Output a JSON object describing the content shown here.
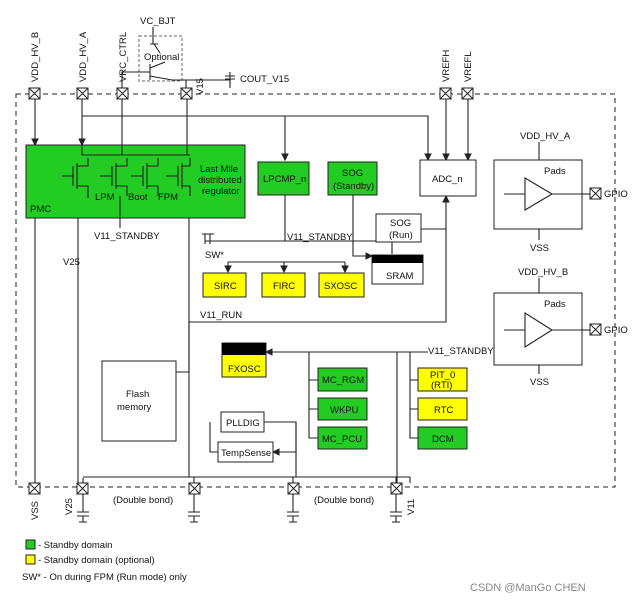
{
  "pins": {
    "vdd_hv_b": "VDD_HV_B",
    "vdd_hv_a": "VDD_HV_A",
    "vrc_ctrl": "VRC_CTRL",
    "v15": "V15",
    "vrefh": "VREFH",
    "vrefl": "VREFL",
    "vss": "VSS",
    "v25": "V25",
    "v11": "V11",
    "gpio_1": "GPIO",
    "gpio_2": "GPIO"
  },
  "top": {
    "vc_bjt": "VC_BJT",
    "optional": "Optional",
    "cout_v15": "COUT_V15"
  },
  "pmc": {
    "label": "PMC",
    "regulator": [
      "Last Mile",
      "distributed",
      "regulator"
    ],
    "lpm": "LPM",
    "boot": "Boot",
    "fpm": "FPM"
  },
  "nets": {
    "v11_standby_1": "V11_STANDBY",
    "v11_standby_2": "V11_STANDBY",
    "v11_standby_3": "V11_STANDBY",
    "v25": "V25",
    "v11_run": "V11_RUN",
    "sw": "SW*",
    "double_bond_1": "(Double bond)",
    "double_bond_2": "(Double bond)"
  },
  "blocks": {
    "lpcmp": "LPCMP_n",
    "sog_standby": [
      "SOG",
      "(Standby)"
    ],
    "adc": "ADC_n",
    "sog_run": [
      "SOG",
      "(Run)"
    ],
    "sram": "SRAM",
    "sirc": "SIRC",
    "firc": "FIRC",
    "sxosc": "SXOSC",
    "flash": [
      "Flash",
      "memory"
    ],
    "fxosc": "FXOSC",
    "plldig": "PLLDIG",
    "tempsense": "TempSense",
    "mc_rgm": "MC_RGM",
    "wkpu": "WKPU",
    "mc_pcu": "MC_PCU",
    "pit": [
      "PIT_0",
      "(RTI)"
    ],
    "rtc": "RTC",
    "dcm": "DCM"
  },
  "pads": {
    "a_supply": "VDD_HV_A",
    "a_vss": "VSS",
    "a_label": "Pads",
    "b_supply": "VDD_HV_B",
    "b_vss": "VSS",
    "b_label": "Pads"
  },
  "legend": {
    "standby": "- Standby domain",
    "standby_opt": "- Standby domain (optional)",
    "sw_note": "SW* - On during FPM (Run mode) only"
  },
  "watermark": "CSDN @ManGo CHEN",
  "colors": {
    "standby_green": "#22cc22",
    "optional_yellow": "#ffff00",
    "sram_bar": "#000000"
  }
}
